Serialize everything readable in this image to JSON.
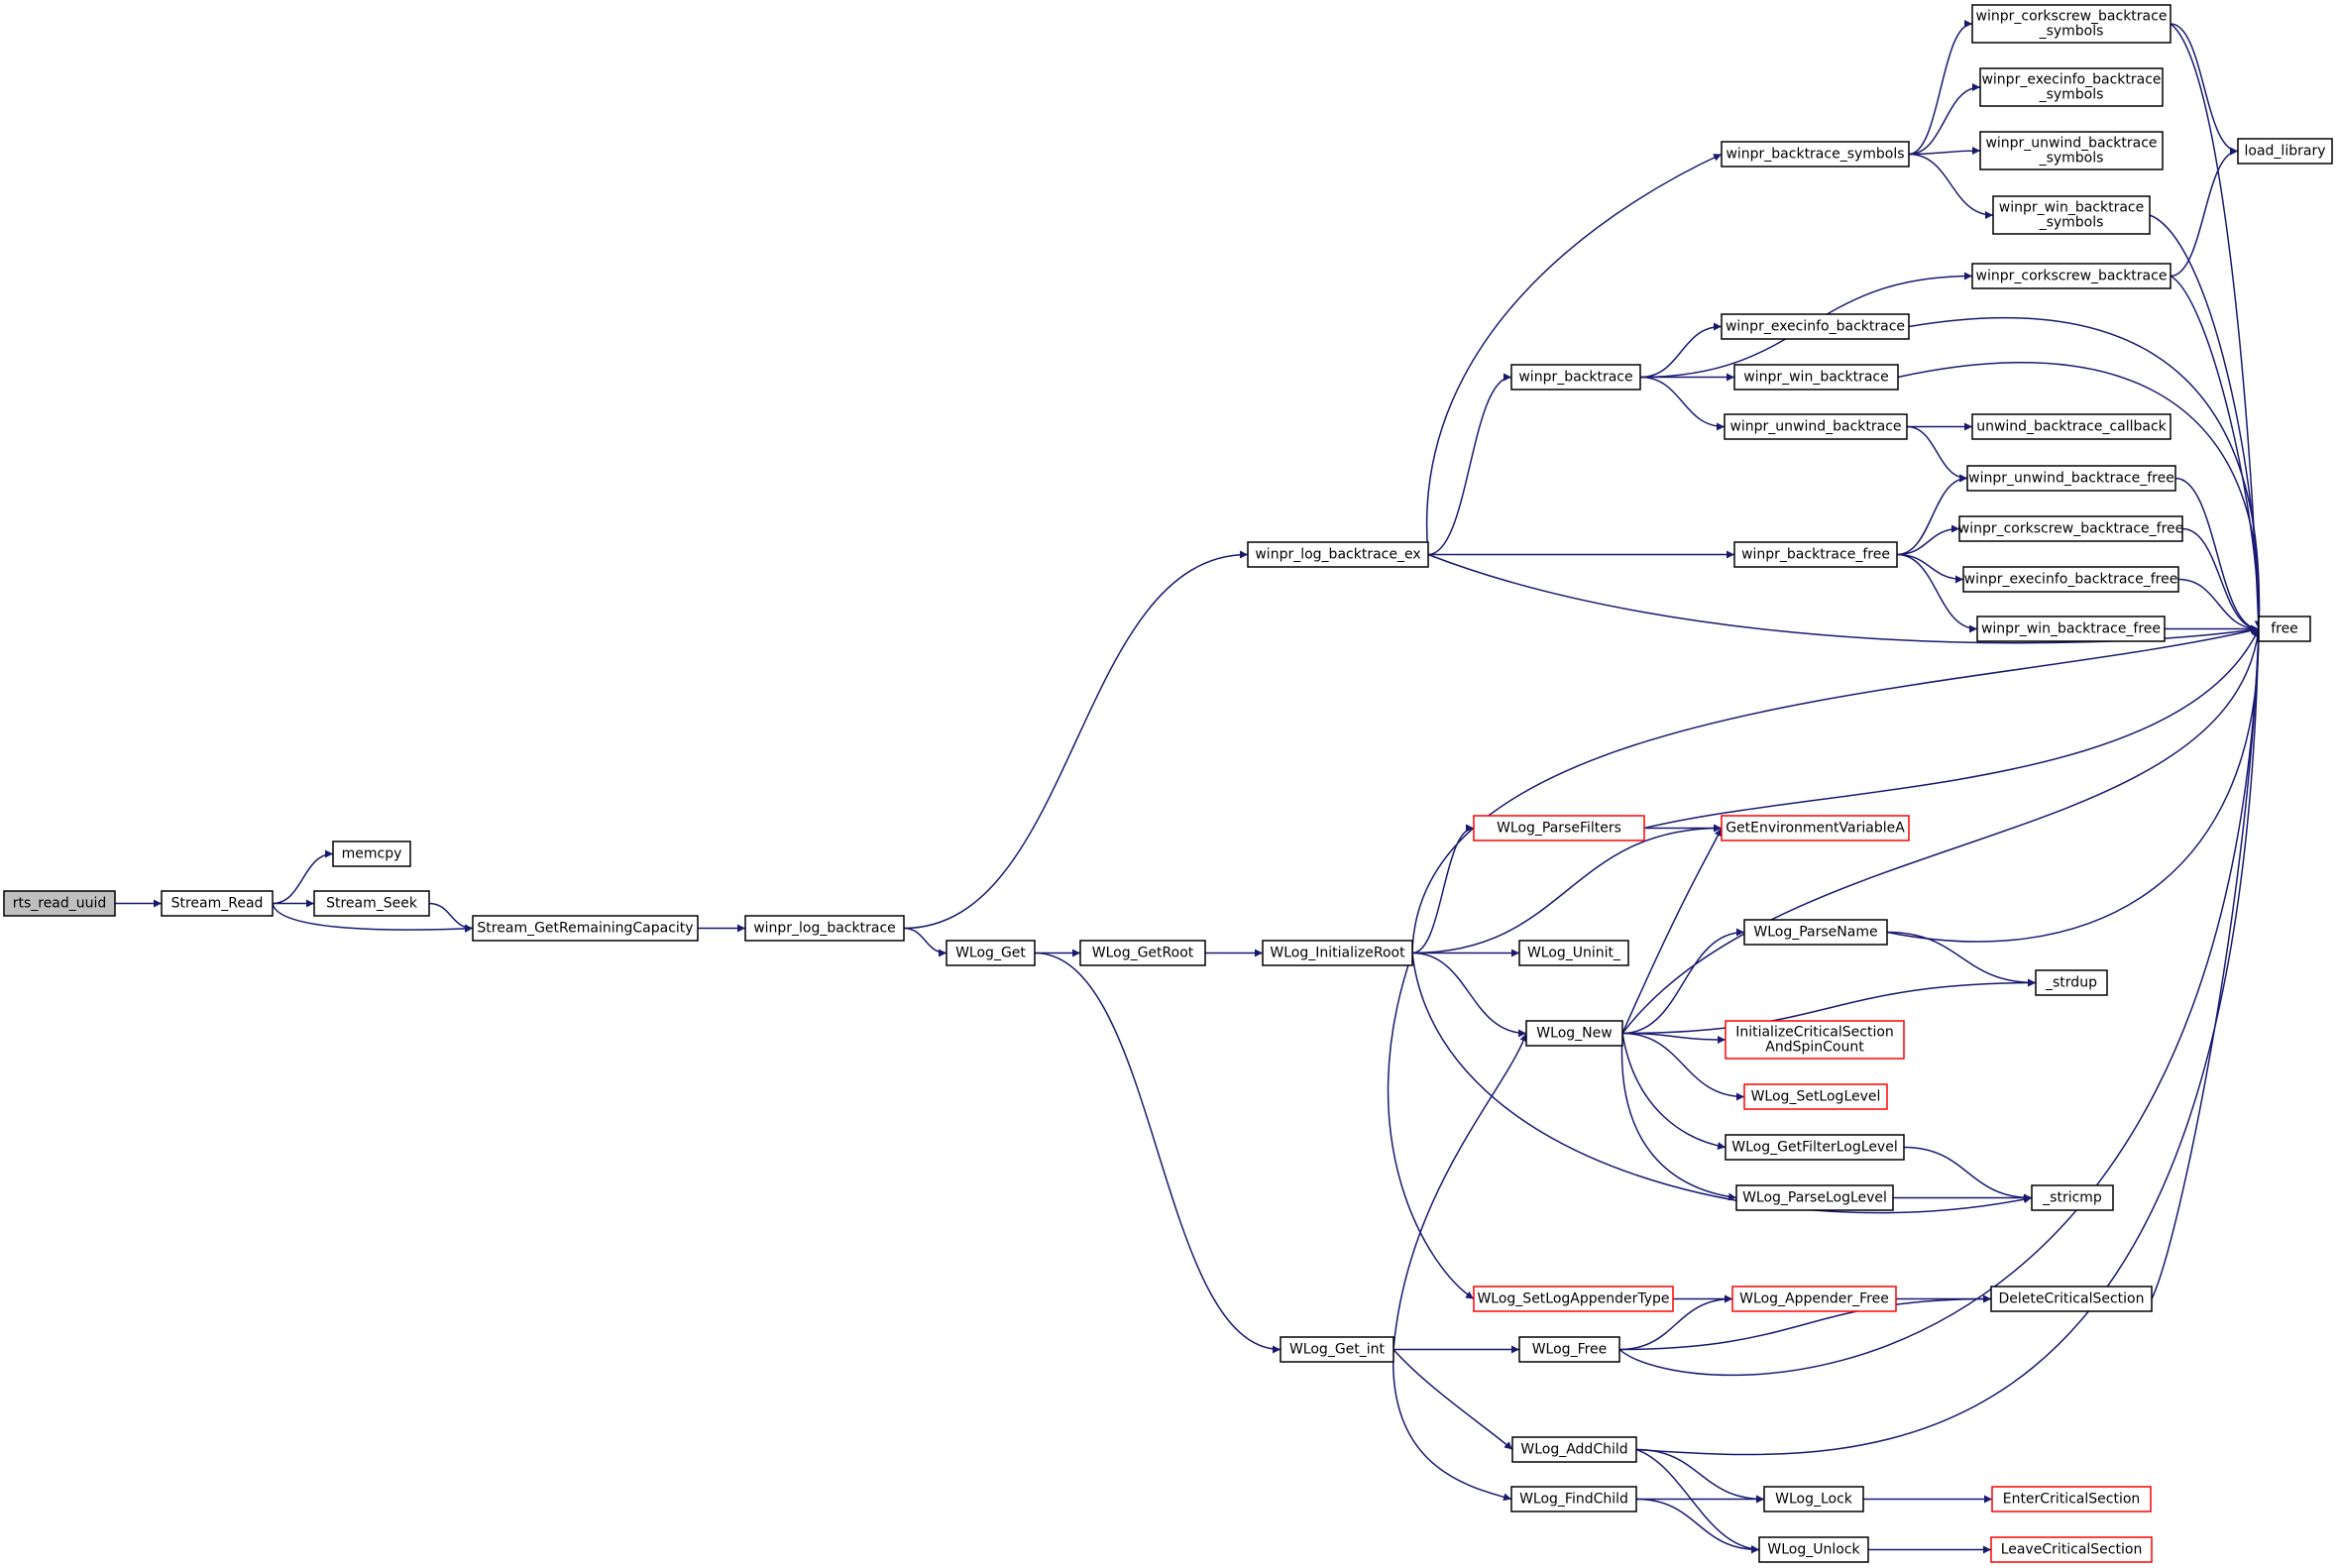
{
  "colors": {
    "edge": "#191970",
    "node_border": "#000000",
    "node_warn": "#ff0000",
    "root_fill": "#bfbfbf",
    "node_fill": "#ffffff"
  },
  "nodes": [
    {
      "id": "rts_read_uuid",
      "lines": [
        "rts_read_uuid"
      ],
      "root": true
    },
    {
      "id": "Stream_Read",
      "lines": [
        "Stream_Read"
      ]
    },
    {
      "id": "memcpy",
      "lines": [
        "memcpy"
      ]
    },
    {
      "id": "Stream_Seek",
      "lines": [
        "Stream_Seek"
      ]
    },
    {
      "id": "Stream_GetRemainingCapacity",
      "lines": [
        "Stream_GetRemainingCapacity"
      ]
    },
    {
      "id": "winpr_log_backtrace",
      "lines": [
        "winpr_log_backtrace"
      ]
    },
    {
      "id": "winpr_log_backtrace_ex",
      "lines": [
        "winpr_log_backtrace_ex"
      ]
    },
    {
      "id": "WLog_Get",
      "lines": [
        "WLog_Get"
      ]
    },
    {
      "id": "WLog_GetRoot",
      "lines": [
        "WLog_GetRoot"
      ]
    },
    {
      "id": "WLog_InitializeRoot",
      "lines": [
        "WLog_InitializeRoot"
      ]
    },
    {
      "id": "WLog_Get_int",
      "lines": [
        "WLog_Get_int"
      ]
    },
    {
      "id": "winpr_backtrace",
      "lines": [
        "winpr_backtrace"
      ]
    },
    {
      "id": "winpr_backtrace_symbols",
      "lines": [
        "winpr_backtrace_symbols"
      ]
    },
    {
      "id": "winpr_backtrace_free",
      "lines": [
        "winpr_backtrace_free"
      ]
    },
    {
      "id": "WLog_ParseFilters",
      "lines": [
        "WLog_ParseFilters"
      ],
      "warn": true
    },
    {
      "id": "WLog_Uninit_",
      "lines": [
        "WLog_Uninit_"
      ]
    },
    {
      "id": "WLog_New",
      "lines": [
        "WLog_New"
      ]
    },
    {
      "id": "WLog_SetLogAppenderType",
      "lines": [
        "WLog_SetLogAppenderType"
      ],
      "warn": true
    },
    {
      "id": "WLog_Free",
      "lines": [
        "WLog_Free"
      ]
    },
    {
      "id": "WLog_AddChild",
      "lines": [
        "WLog_AddChild"
      ]
    },
    {
      "id": "WLog_FindChild",
      "lines": [
        "WLog_FindChild"
      ]
    },
    {
      "id": "winpr_execinfo_backtrace",
      "lines": [
        "winpr_execinfo_backtrace"
      ]
    },
    {
      "id": "winpr_win_backtrace",
      "lines": [
        "winpr_win_backtrace"
      ]
    },
    {
      "id": "winpr_unwind_backtrace",
      "lines": [
        "winpr_unwind_backtrace"
      ]
    },
    {
      "id": "GetEnvironmentVariableA",
      "lines": [
        "GetEnvironmentVariableA"
      ],
      "warn": true
    },
    {
      "id": "WLog_ParseName",
      "lines": [
        "WLog_ParseName"
      ]
    },
    {
      "id": "InitializeCriticalSectionAndSpinCount",
      "lines": [
        "InitializeCriticalSection",
        "AndSpinCount"
      ],
      "warn": true
    },
    {
      "id": "WLog_SetLogLevel",
      "lines": [
        "WLog_SetLogLevel"
      ],
      "warn": true
    },
    {
      "id": "WLog_GetFilterLogLevel",
      "lines": [
        "WLog_GetFilterLogLevel"
      ]
    },
    {
      "id": "WLog_ParseLogLevel",
      "lines": [
        "WLog_ParseLogLevel"
      ]
    },
    {
      "id": "WLog_Appender_Free",
      "lines": [
        "WLog_Appender_Free"
      ],
      "warn": true
    },
    {
      "id": "WLog_Lock",
      "lines": [
        "WLog_Lock"
      ]
    },
    {
      "id": "WLog_Unlock",
      "lines": [
        "WLog_Unlock"
      ]
    },
    {
      "id": "winpr_corkscrew_backtrace_symbols",
      "lines": [
        "winpr_corkscrew_backtrace",
        "_symbols"
      ]
    },
    {
      "id": "winpr_execinfo_backtrace_symbols",
      "lines": [
        "winpr_execinfo_backtrace",
        "_symbols"
      ]
    },
    {
      "id": "winpr_unwind_backtrace_symbols",
      "lines": [
        "winpr_unwind_backtrace",
        "_symbols"
      ]
    },
    {
      "id": "winpr_win_backtrace_symbols",
      "lines": [
        "winpr_win_backtrace",
        "_symbols"
      ]
    },
    {
      "id": "winpr_corkscrew_backtrace",
      "lines": [
        "winpr_corkscrew_backtrace"
      ]
    },
    {
      "id": "unwind_backtrace_callback",
      "lines": [
        "unwind_backtrace_callback"
      ]
    },
    {
      "id": "winpr_unwind_backtrace_free",
      "lines": [
        "winpr_unwind_backtrace_free"
      ]
    },
    {
      "id": "winpr_corkscrew_backtrace_free",
      "lines": [
        "winpr_corkscrew_backtrace_free"
      ]
    },
    {
      "id": "winpr_execinfo_backtrace_free",
      "lines": [
        "winpr_execinfo_backtrace_free"
      ]
    },
    {
      "id": "winpr_win_backtrace_free",
      "lines": [
        "winpr_win_backtrace_free"
      ]
    },
    {
      "id": "_strdup",
      "lines": [
        "_strdup"
      ]
    },
    {
      "id": "_stricmp",
      "lines": [
        "_stricmp"
      ]
    },
    {
      "id": "DeleteCriticalSection",
      "lines": [
        "DeleteCriticalSection"
      ]
    },
    {
      "id": "EnterCriticalSection",
      "lines": [
        "EnterCriticalSection"
      ],
      "warn": true
    },
    {
      "id": "LeaveCriticalSection",
      "lines": [
        "LeaveCriticalSection"
      ],
      "warn": true
    },
    {
      "id": "load_library",
      "lines": [
        "load_library"
      ]
    },
    {
      "id": "free",
      "lines": [
        "free"
      ]
    }
  ],
  "edges": [
    [
      "rts_read_uuid",
      "Stream_Read"
    ],
    [
      "Stream_Read",
      "memcpy"
    ],
    [
      "Stream_Read",
      "Stream_Seek"
    ],
    [
      "Stream_Read",
      "Stream_GetRemainingCapacity"
    ],
    [
      "Stream_Seek",
      "Stream_GetRemainingCapacity"
    ],
    [
      "Stream_GetRemainingCapacity",
      "winpr_log_backtrace"
    ],
    [
      "winpr_log_backtrace",
      "winpr_log_backtrace_ex"
    ],
    [
      "winpr_log_backtrace",
      "WLog_Get"
    ],
    [
      "WLog_Get",
      "WLog_GetRoot"
    ],
    [
      "WLog_Get",
      "WLog_Get_int"
    ],
    [
      "WLog_GetRoot",
      "WLog_InitializeRoot"
    ],
    [
      "winpr_log_backtrace_ex",
      "winpr_backtrace_symbols"
    ],
    [
      "winpr_log_backtrace_ex",
      "winpr_backtrace"
    ],
    [
      "winpr_log_backtrace_ex",
      "winpr_backtrace_free"
    ],
    [
      "winpr_log_backtrace_ex",
      "free"
    ],
    [
      "winpr_backtrace_symbols",
      "winpr_corkscrew_backtrace_symbols"
    ],
    [
      "winpr_backtrace_symbols",
      "winpr_execinfo_backtrace_symbols"
    ],
    [
      "winpr_backtrace_symbols",
      "winpr_unwind_backtrace_symbols"
    ],
    [
      "winpr_backtrace_symbols",
      "winpr_win_backtrace_symbols"
    ],
    [
      "winpr_corkscrew_backtrace_symbols",
      "load_library"
    ],
    [
      "winpr_corkscrew_backtrace_symbols",
      "free"
    ],
    [
      "winpr_win_backtrace_symbols",
      "free"
    ],
    [
      "winpr_backtrace",
      "winpr_corkscrew_backtrace"
    ],
    [
      "winpr_backtrace",
      "winpr_execinfo_backtrace"
    ],
    [
      "winpr_backtrace",
      "winpr_win_backtrace"
    ],
    [
      "winpr_backtrace",
      "winpr_unwind_backtrace"
    ],
    [
      "winpr_corkscrew_backtrace",
      "load_library"
    ],
    [
      "winpr_corkscrew_backtrace",
      "free"
    ],
    [
      "winpr_execinfo_backtrace",
      "free"
    ],
    [
      "winpr_win_backtrace",
      "free"
    ],
    [
      "winpr_unwind_backtrace",
      "unwind_backtrace_callback"
    ],
    [
      "winpr_unwind_backtrace",
      "winpr_unwind_backtrace_free"
    ],
    [
      "winpr_backtrace_free",
      "winpr_unwind_backtrace_free"
    ],
    [
      "winpr_backtrace_free",
      "winpr_corkscrew_backtrace_free"
    ],
    [
      "winpr_backtrace_free",
      "winpr_execinfo_backtrace_free"
    ],
    [
      "winpr_backtrace_free",
      "winpr_win_backtrace_free"
    ],
    [
      "winpr_unwind_backtrace_free",
      "free"
    ],
    [
      "winpr_corkscrew_backtrace_free",
      "free"
    ],
    [
      "winpr_execinfo_backtrace_free",
      "free"
    ],
    [
      "winpr_win_backtrace_free",
      "free"
    ],
    [
      "WLog_InitializeRoot",
      "free"
    ],
    [
      "WLog_InitializeRoot",
      "WLog_ParseFilters"
    ],
    [
      "WLog_InitializeRoot",
      "GetEnvironmentVariableA"
    ],
    [
      "WLog_InitializeRoot",
      "WLog_Uninit_"
    ],
    [
      "WLog_InitializeRoot",
      "WLog_New"
    ],
    [
      "WLog_InitializeRoot",
      "WLog_SetLogAppenderType"
    ],
    [
      "WLog_InitializeRoot",
      "_stricmp"
    ],
    [
      "WLog_ParseFilters",
      "GetEnvironmentVariableA"
    ],
    [
      "WLog_ParseFilters",
      "free"
    ],
    [
      "WLog_New",
      "GetEnvironmentVariableA"
    ],
    [
      "WLog_New",
      "free"
    ],
    [
      "WLog_New",
      "WLog_ParseName"
    ],
    [
      "WLog_New",
      "_strdup"
    ],
    [
      "WLog_New",
      "InitializeCriticalSectionAndSpinCount"
    ],
    [
      "WLog_New",
      "WLog_SetLogLevel"
    ],
    [
      "WLog_New",
      "WLog_GetFilterLogLevel"
    ],
    [
      "WLog_New",
      "WLog_ParseLogLevel"
    ],
    [
      "WLog_ParseName",
      "_strdup"
    ],
    [
      "WLog_ParseName",
      "free"
    ],
    [
      "WLog_GetFilterLogLevel",
      "_stricmp"
    ],
    [
      "WLog_ParseLogLevel",
      "_stricmp"
    ],
    [
      "WLog_SetLogAppenderType",
      "WLog_Appender_Free"
    ],
    [
      "WLog_Appender_Free",
      "DeleteCriticalSection"
    ],
    [
      "DeleteCriticalSection",
      "free"
    ],
    [
      "WLog_Get_int",
      "WLog_New"
    ],
    [
      "WLog_Get_int",
      "WLog_Free"
    ],
    [
      "WLog_Get_int",
      "WLog_AddChild"
    ],
    [
      "WLog_Get_int",
      "WLog_FindChild"
    ],
    [
      "WLog_Free",
      "WLog_Appender_Free"
    ],
    [
      "WLog_Free",
      "DeleteCriticalSection"
    ],
    [
      "WLog_Free",
      "free"
    ],
    [
      "WLog_AddChild",
      "free"
    ],
    [
      "WLog_AddChild",
      "WLog_Lock"
    ],
    [
      "WLog_AddChild",
      "WLog_Unlock"
    ],
    [
      "WLog_FindChild",
      "WLog_Lock"
    ],
    [
      "WLog_FindChild",
      "WLog_Unlock"
    ],
    [
      "WLog_Lock",
      "EnterCriticalSection"
    ],
    [
      "WLog_Unlock",
      "LeaveCriticalSection"
    ]
  ]
}
